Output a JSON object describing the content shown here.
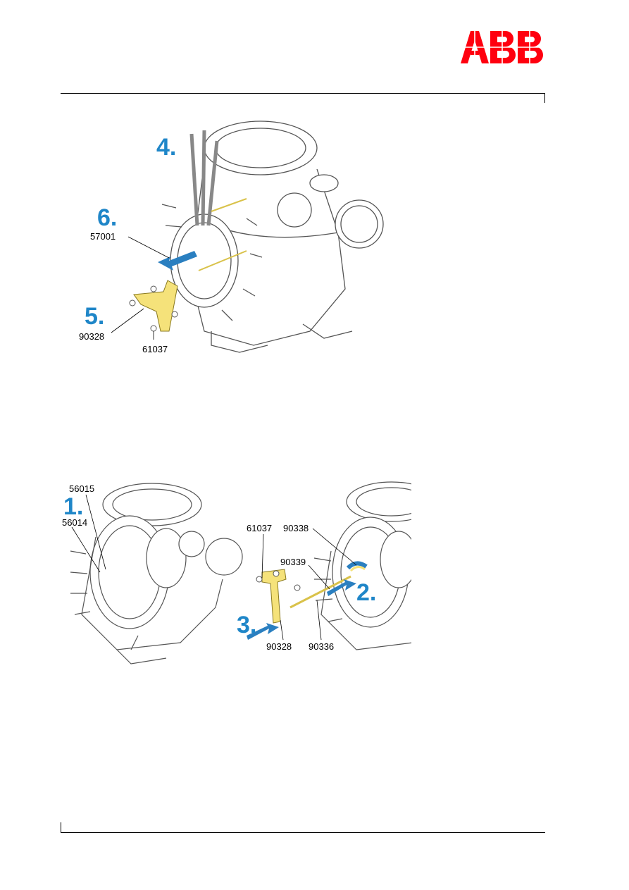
{
  "header": {
    "logo_text": "ABB",
    "logo_color": "#ff000f"
  },
  "figure_top": {
    "steps": [
      "4.",
      "6.",
      "5."
    ],
    "labels": [
      "57001",
      "90328",
      "61037"
    ]
  },
  "figure_bottom": {
    "steps": [
      "1.",
      "2.",
      "3."
    ],
    "labels": [
      "56015",
      "56014",
      "61037",
      "90338",
      "90339",
      "90328",
      "90336"
    ]
  },
  "colors": {
    "step_blue": "#1f86c8",
    "part_yellow": "#f5e27a",
    "arrow_blue": "#2a7fc0"
  }
}
